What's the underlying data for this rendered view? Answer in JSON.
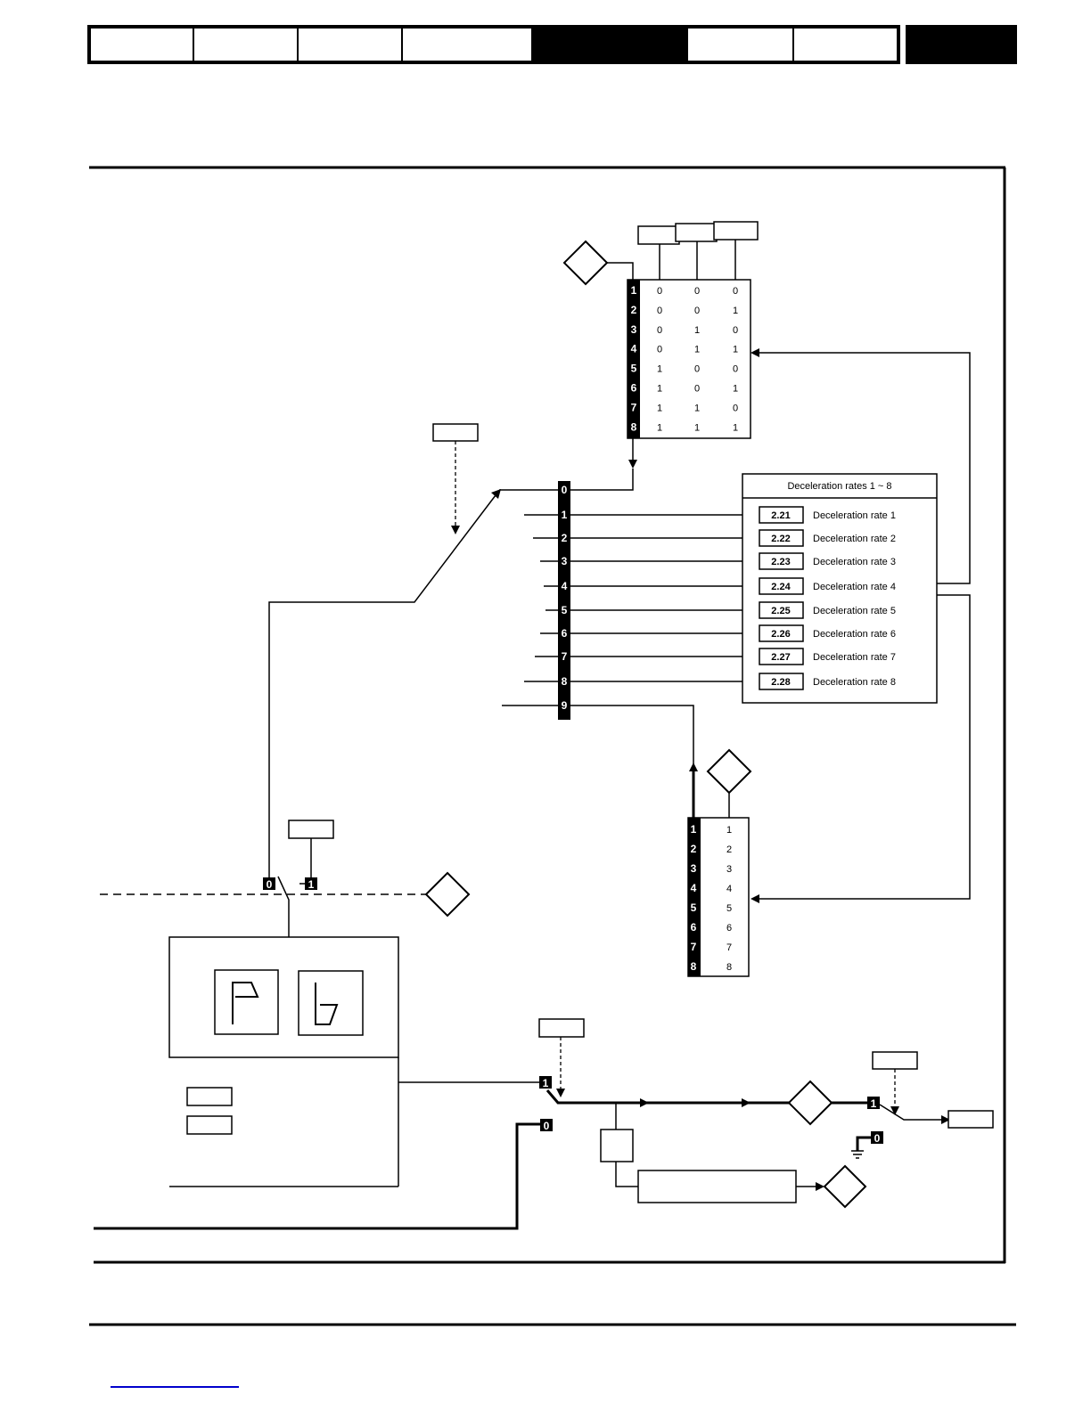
{
  "decel_block": {
    "title": "Deceleration rates 1 ~ 8",
    "rates": [
      {
        "param": "2.21",
        "label": "Deceleration rate 1"
      },
      {
        "param": "2.22",
        "label": "Deceleration rate 2"
      },
      {
        "param": "2.23",
        "label": "Deceleration rate 3"
      },
      {
        "param": "2.24",
        "label": "Deceleration rate 4"
      },
      {
        "param": "2.25",
        "label": "Deceleration rate 5"
      },
      {
        "param": "2.26",
        "label": "Deceleration rate 6"
      },
      {
        "param": "2.27",
        "label": "Deceleration rate 7"
      },
      {
        "param": "2.28",
        "label": "Deceleration rate 8"
      }
    ]
  },
  "binary_table": {
    "row_labels": [
      "1",
      "2",
      "3",
      "4",
      "5",
      "6",
      "7",
      "8"
    ],
    "rows": [
      [
        "0",
        "0",
        "0"
      ],
      [
        "0",
        "0",
        "1"
      ],
      [
        "0",
        "1",
        "0"
      ],
      [
        "0",
        "1",
        "1"
      ],
      [
        "1",
        "0",
        "0"
      ],
      [
        "1",
        "0",
        "1"
      ],
      [
        "1",
        "1",
        "0"
      ],
      [
        "1",
        "1",
        "1"
      ]
    ]
  },
  "selector_inputs": [
    "0",
    "1",
    "2",
    "3",
    "4",
    "5",
    "6",
    "7",
    "8",
    "9"
  ],
  "lower_selector": {
    "row_labels": [
      "1",
      "2",
      "3",
      "4",
      "5",
      "6",
      "7",
      "8"
    ],
    "values": [
      "1",
      "2",
      "3",
      "4",
      "5",
      "6",
      "7",
      "8"
    ]
  },
  "switch_labels": {
    "zero": "0",
    "one": "1"
  },
  "icons": [
    "ramp-p-icon",
    "ramp-b-icon",
    "ground-icon"
  ]
}
